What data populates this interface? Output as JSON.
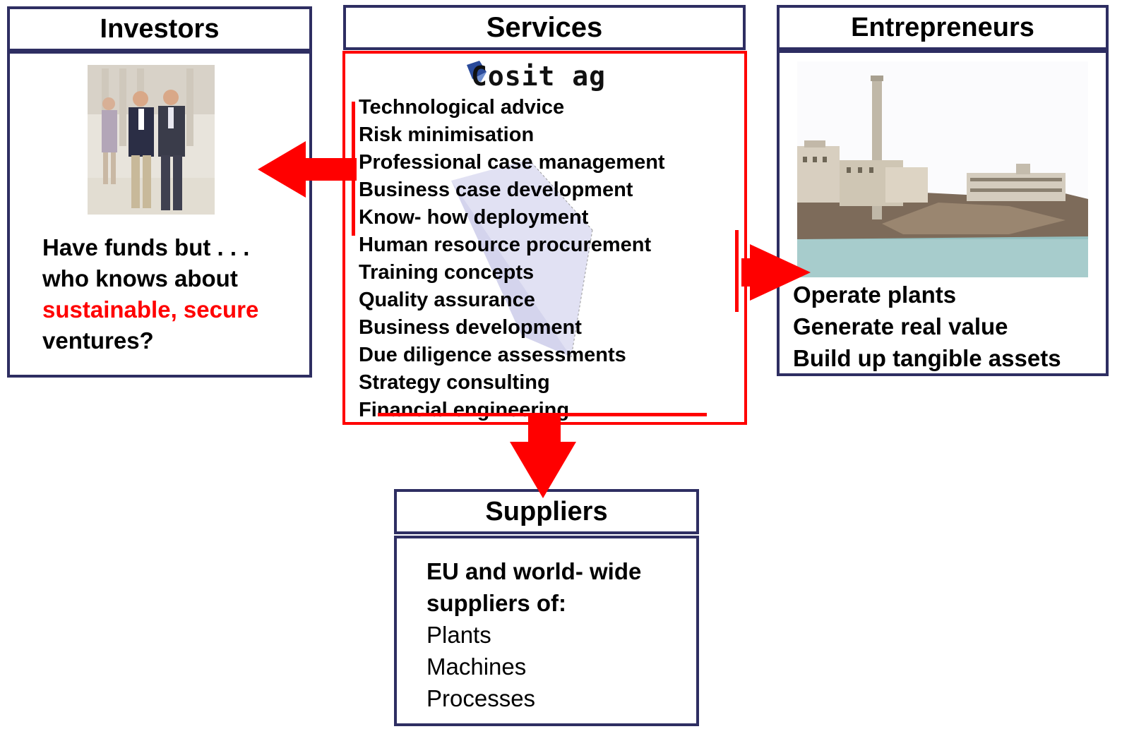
{
  "investors": {
    "title": "Investors",
    "line1": "Have funds but . . .",
    "line2": "who knows about",
    "line3_highlight": "sustainable, secure",
    "line4": "ventures?"
  },
  "services": {
    "title": "Services",
    "logo_text": "Cosit ag",
    "items": [
      "Technological advice",
      "Risk minimisation",
      "Professional case management",
      "Business case development",
      "Know- how deployment",
      "Human resource procurement",
      "Training concepts",
      "Quality assurance",
      "Business development",
      "Due diligence assessments",
      "Strategy consulting",
      "Financial engineering"
    ]
  },
  "entrepreneurs": {
    "title": "Entrepreneurs",
    "lines": [
      "Operate plants",
      "Generate real value",
      "Build up tangible assets"
    ]
  },
  "suppliers": {
    "title": "Suppliers",
    "intro1": "EU and world- wide",
    "intro2": "suppliers of:",
    "items": [
      "Plants",
      "Machines",
      "Processes"
    ]
  },
  "colors": {
    "border": "#2e2e62",
    "arrow": "#ff0000",
    "highlight": "#ff0000"
  }
}
